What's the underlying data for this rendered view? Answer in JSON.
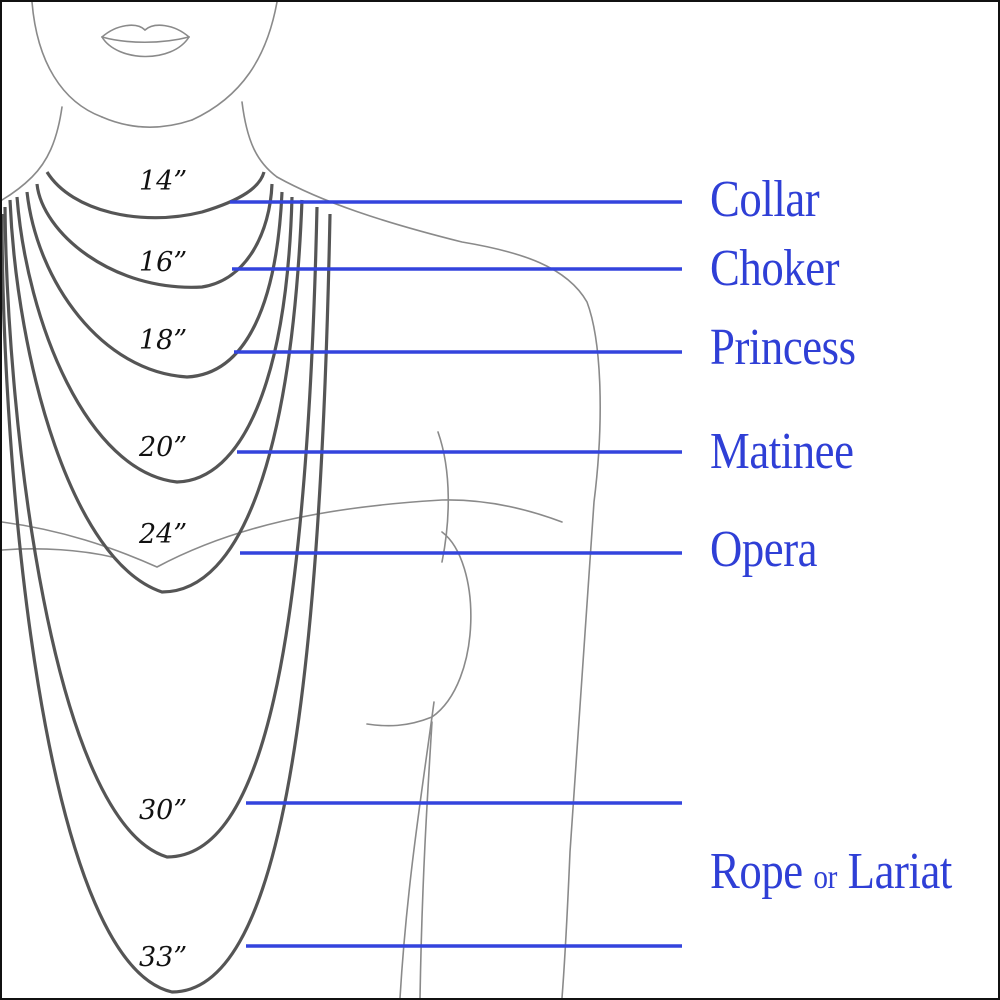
{
  "colors": {
    "guide_line": "#3344dd",
    "label_text": "#2f3fd6",
    "necklace": "#555555",
    "sketch": "#8a8a8a"
  },
  "lengths": [
    "14”",
    "16”",
    "18”",
    "20”",
    "24”",
    "30”",
    "33”"
  ],
  "styles": {
    "collar": "Collar",
    "choker": "Choker",
    "princess": "Princess",
    "matinee": "Matinee",
    "opera": "Opera",
    "rope_main": "Rope",
    "rope_connector": "or",
    "rope_end": "Lariat"
  }
}
